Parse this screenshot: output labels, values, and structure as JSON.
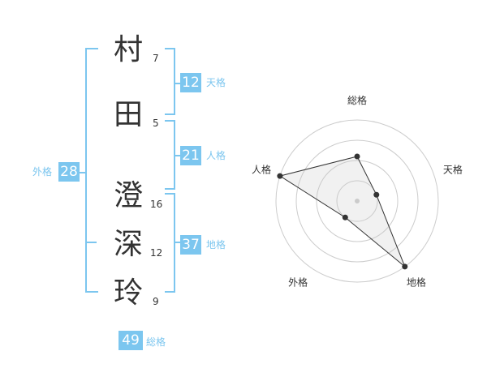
{
  "name_chars": [
    {
      "char": "村",
      "strokes": "7"
    },
    {
      "char": "田",
      "strokes": "5"
    },
    {
      "char": "澄",
      "strokes": "16"
    },
    {
      "char": "深",
      "strokes": "12"
    },
    {
      "char": "玲",
      "strokes": "9"
    }
  ],
  "fortunes": {
    "tenkaku": {
      "value": "12",
      "label": "天格"
    },
    "jinkaku": {
      "value": "21",
      "label": "人格"
    },
    "chikaku": {
      "value": "37",
      "label": "地格"
    },
    "gaikaku": {
      "value": "28",
      "label": "外格"
    },
    "soukaku": {
      "value": "49",
      "label": "総格"
    }
  },
  "colors": {
    "accent": "#7cc6ef",
    "text": "#333333"
  },
  "chart_data": {
    "type": "radar",
    "axes": [
      "総格",
      "天格",
      "地格",
      "外格",
      "人格"
    ],
    "values": [
      0.55,
      0.25,
      1.0,
      0.25,
      1.0
    ],
    "rings": 4,
    "grid": true
  }
}
